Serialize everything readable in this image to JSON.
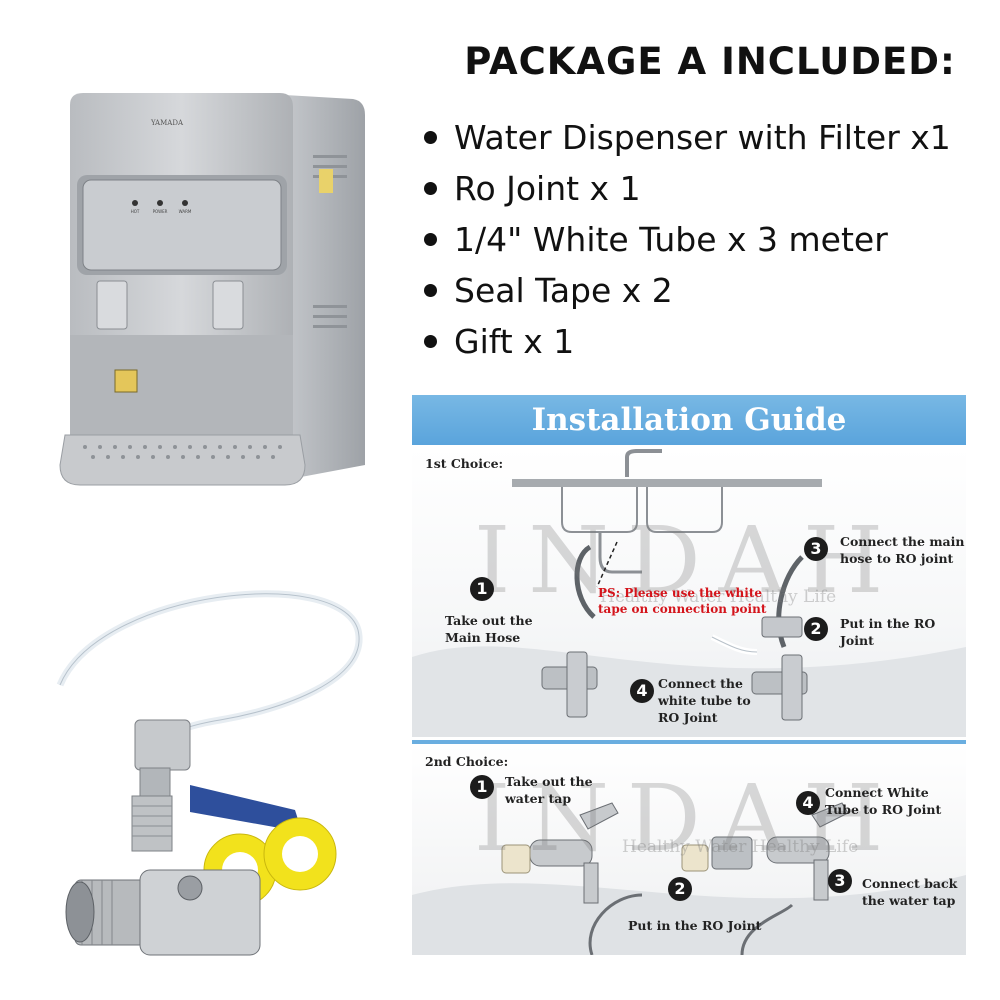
{
  "package": {
    "title": "PACKAGE A INCLUDED:",
    "items": [
      "Water Dispenser with Filter x1",
      "Ro Joint x 1",
      "1/4\" White Tube x 3 meter",
      "Seal Tape x 2",
      "Gift x 1"
    ]
  },
  "dispenser": {
    "brand_label": "YAMADA",
    "indicators": [
      "HOT",
      "POWER",
      "WARM"
    ]
  },
  "guide": {
    "title": "Installation Guide",
    "watermark": "INDAH",
    "watermark_sub": "Healthy Water Healthy Life",
    "first": {
      "label": "1st Choice:",
      "step1": [
        "Take out the",
        "Main Hose"
      ],
      "step2": [
        "Put in the RO",
        "Joint"
      ],
      "step3": [
        "Connect the main",
        "hose to RO joint"
      ],
      "step4": [
        "Connect the",
        "white tube to",
        "RO Joint"
      ],
      "ps": [
        "PS: Please use the white",
        "tape on connection point"
      ]
    },
    "second": {
      "label": "2nd Choice:",
      "step1": [
        "Take out the",
        "water tap"
      ],
      "step2": "Put in the RO Joint",
      "step3": [
        "Connect back",
        "the water tap"
      ],
      "step4": [
        "Connect White",
        "Tube to RO Joint"
      ]
    }
  },
  "colors": {
    "header_blue": "#5aa4dc",
    "ps_red": "#d4141b",
    "tape_yellow": "#f2e21c",
    "valve_blue": "#2e4f9c"
  }
}
